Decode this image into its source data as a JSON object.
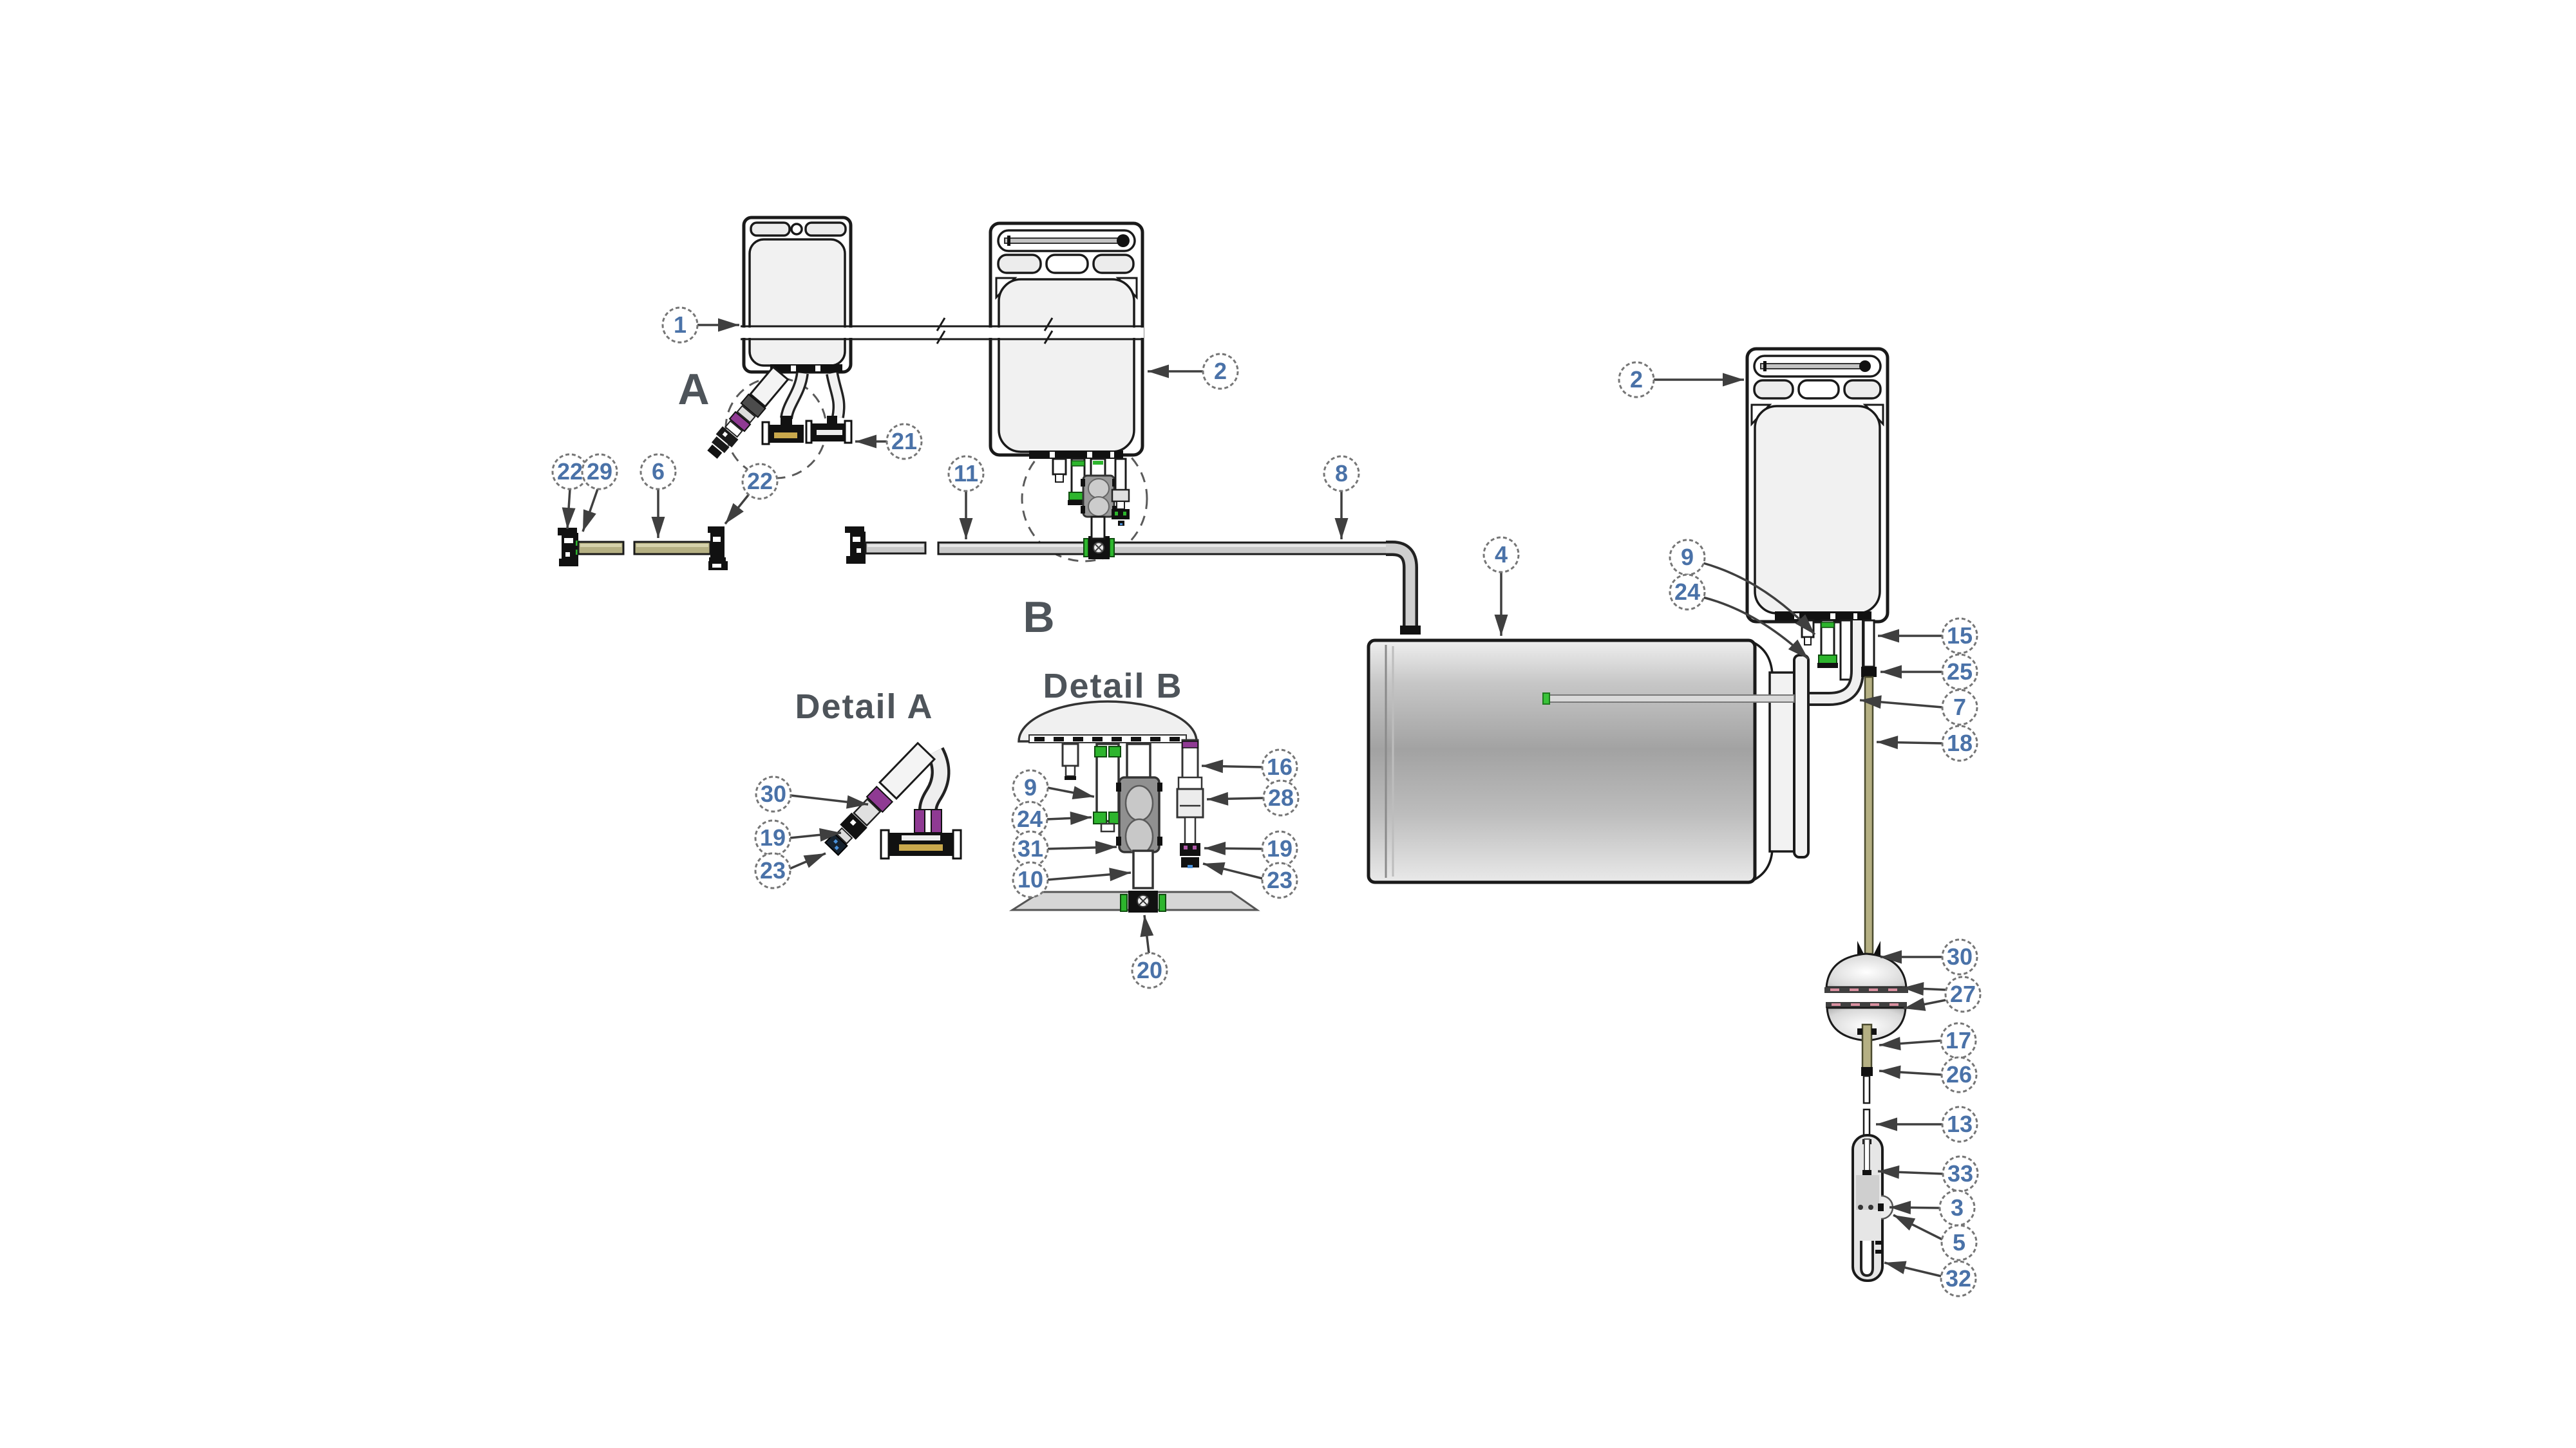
{
  "diagram": {
    "section_labels": {
      "a": "A",
      "b": "B"
    },
    "detail_titles": {
      "a": "Detail A",
      "b": "Detail B"
    }
  },
  "callouts": {
    "c1": "1",
    "c2_mid": "2",
    "c2_right": "2",
    "c4": "4",
    "c6": "6",
    "c7": "7",
    "c8": "8",
    "c9_right": "9",
    "c11": "11",
    "c13": "13",
    "c15": "15",
    "c17": "17",
    "c18": "18",
    "c21": "21",
    "c22_a": "22",
    "c22_b": "22",
    "c24_right": "24",
    "c25": "25",
    "c26": "26",
    "c27": "27",
    "c29": "29",
    "c30_float": "30",
    "c3": "3",
    "c5": "5",
    "c32": "32",
    "c33": "33",
    "detail_a_30": "30",
    "detail_a_19": "19",
    "detail_a_23": "23",
    "detail_b_9": "9",
    "detail_b_24": "24",
    "detail_b_31": "31",
    "detail_b_10": "10",
    "detail_b_20": "20",
    "detail_b_16": "16",
    "detail_b_28": "28",
    "detail_b_19": "19",
    "detail_b_23": "23"
  },
  "colors": {
    "callout_number": "#4a72a8",
    "label_text": "#4e545a",
    "line_work": "#1a1a1a",
    "leader": "#3f3f3f",
    "tube_tan": "#b5b083",
    "tube_gray": "#c9c9c9",
    "clamp_green": "#2db52d",
    "band_purple": "#8f3a93",
    "stripe_gold": "#c9a84c",
    "background": "#ffffff"
  }
}
